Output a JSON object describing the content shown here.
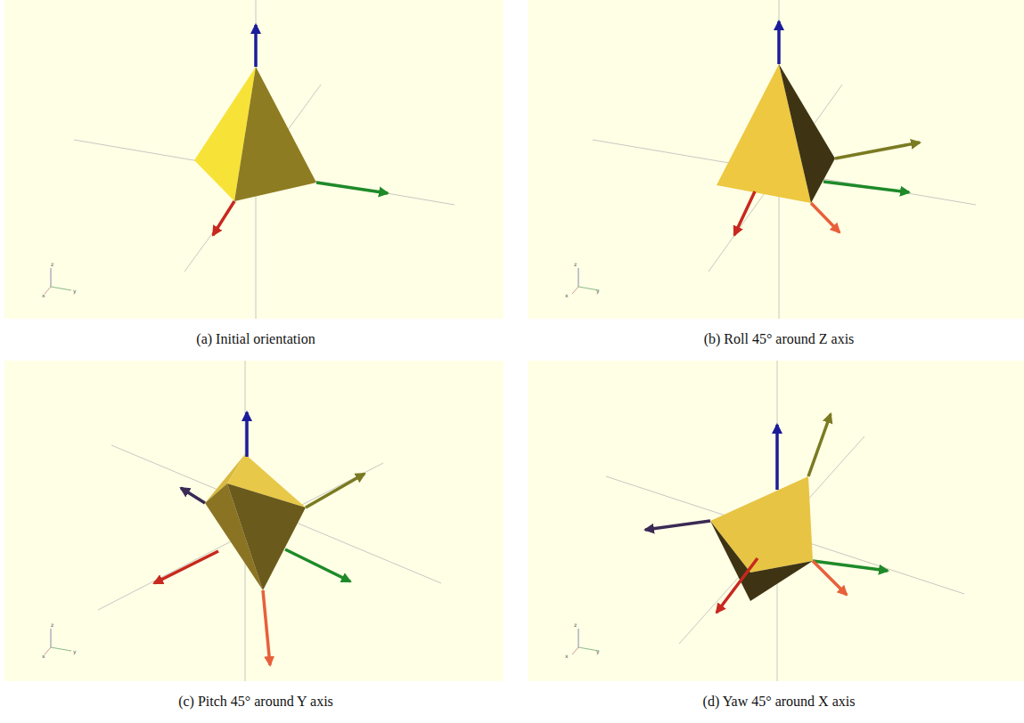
{
  "diagram": {
    "labels": [
      "z",
      "x",
      "y",
      "z",
      "x",
      "y",
      "(a) Initial orientation",
      "(b) Roll 45° around Z axis",
      "z",
      "x",
      "y",
      "z",
      "x",
      "y",
      "(c) Pitch 45° around Y axis",
      "(d) Yaw 45° around X axis"
    ]
  }
}
